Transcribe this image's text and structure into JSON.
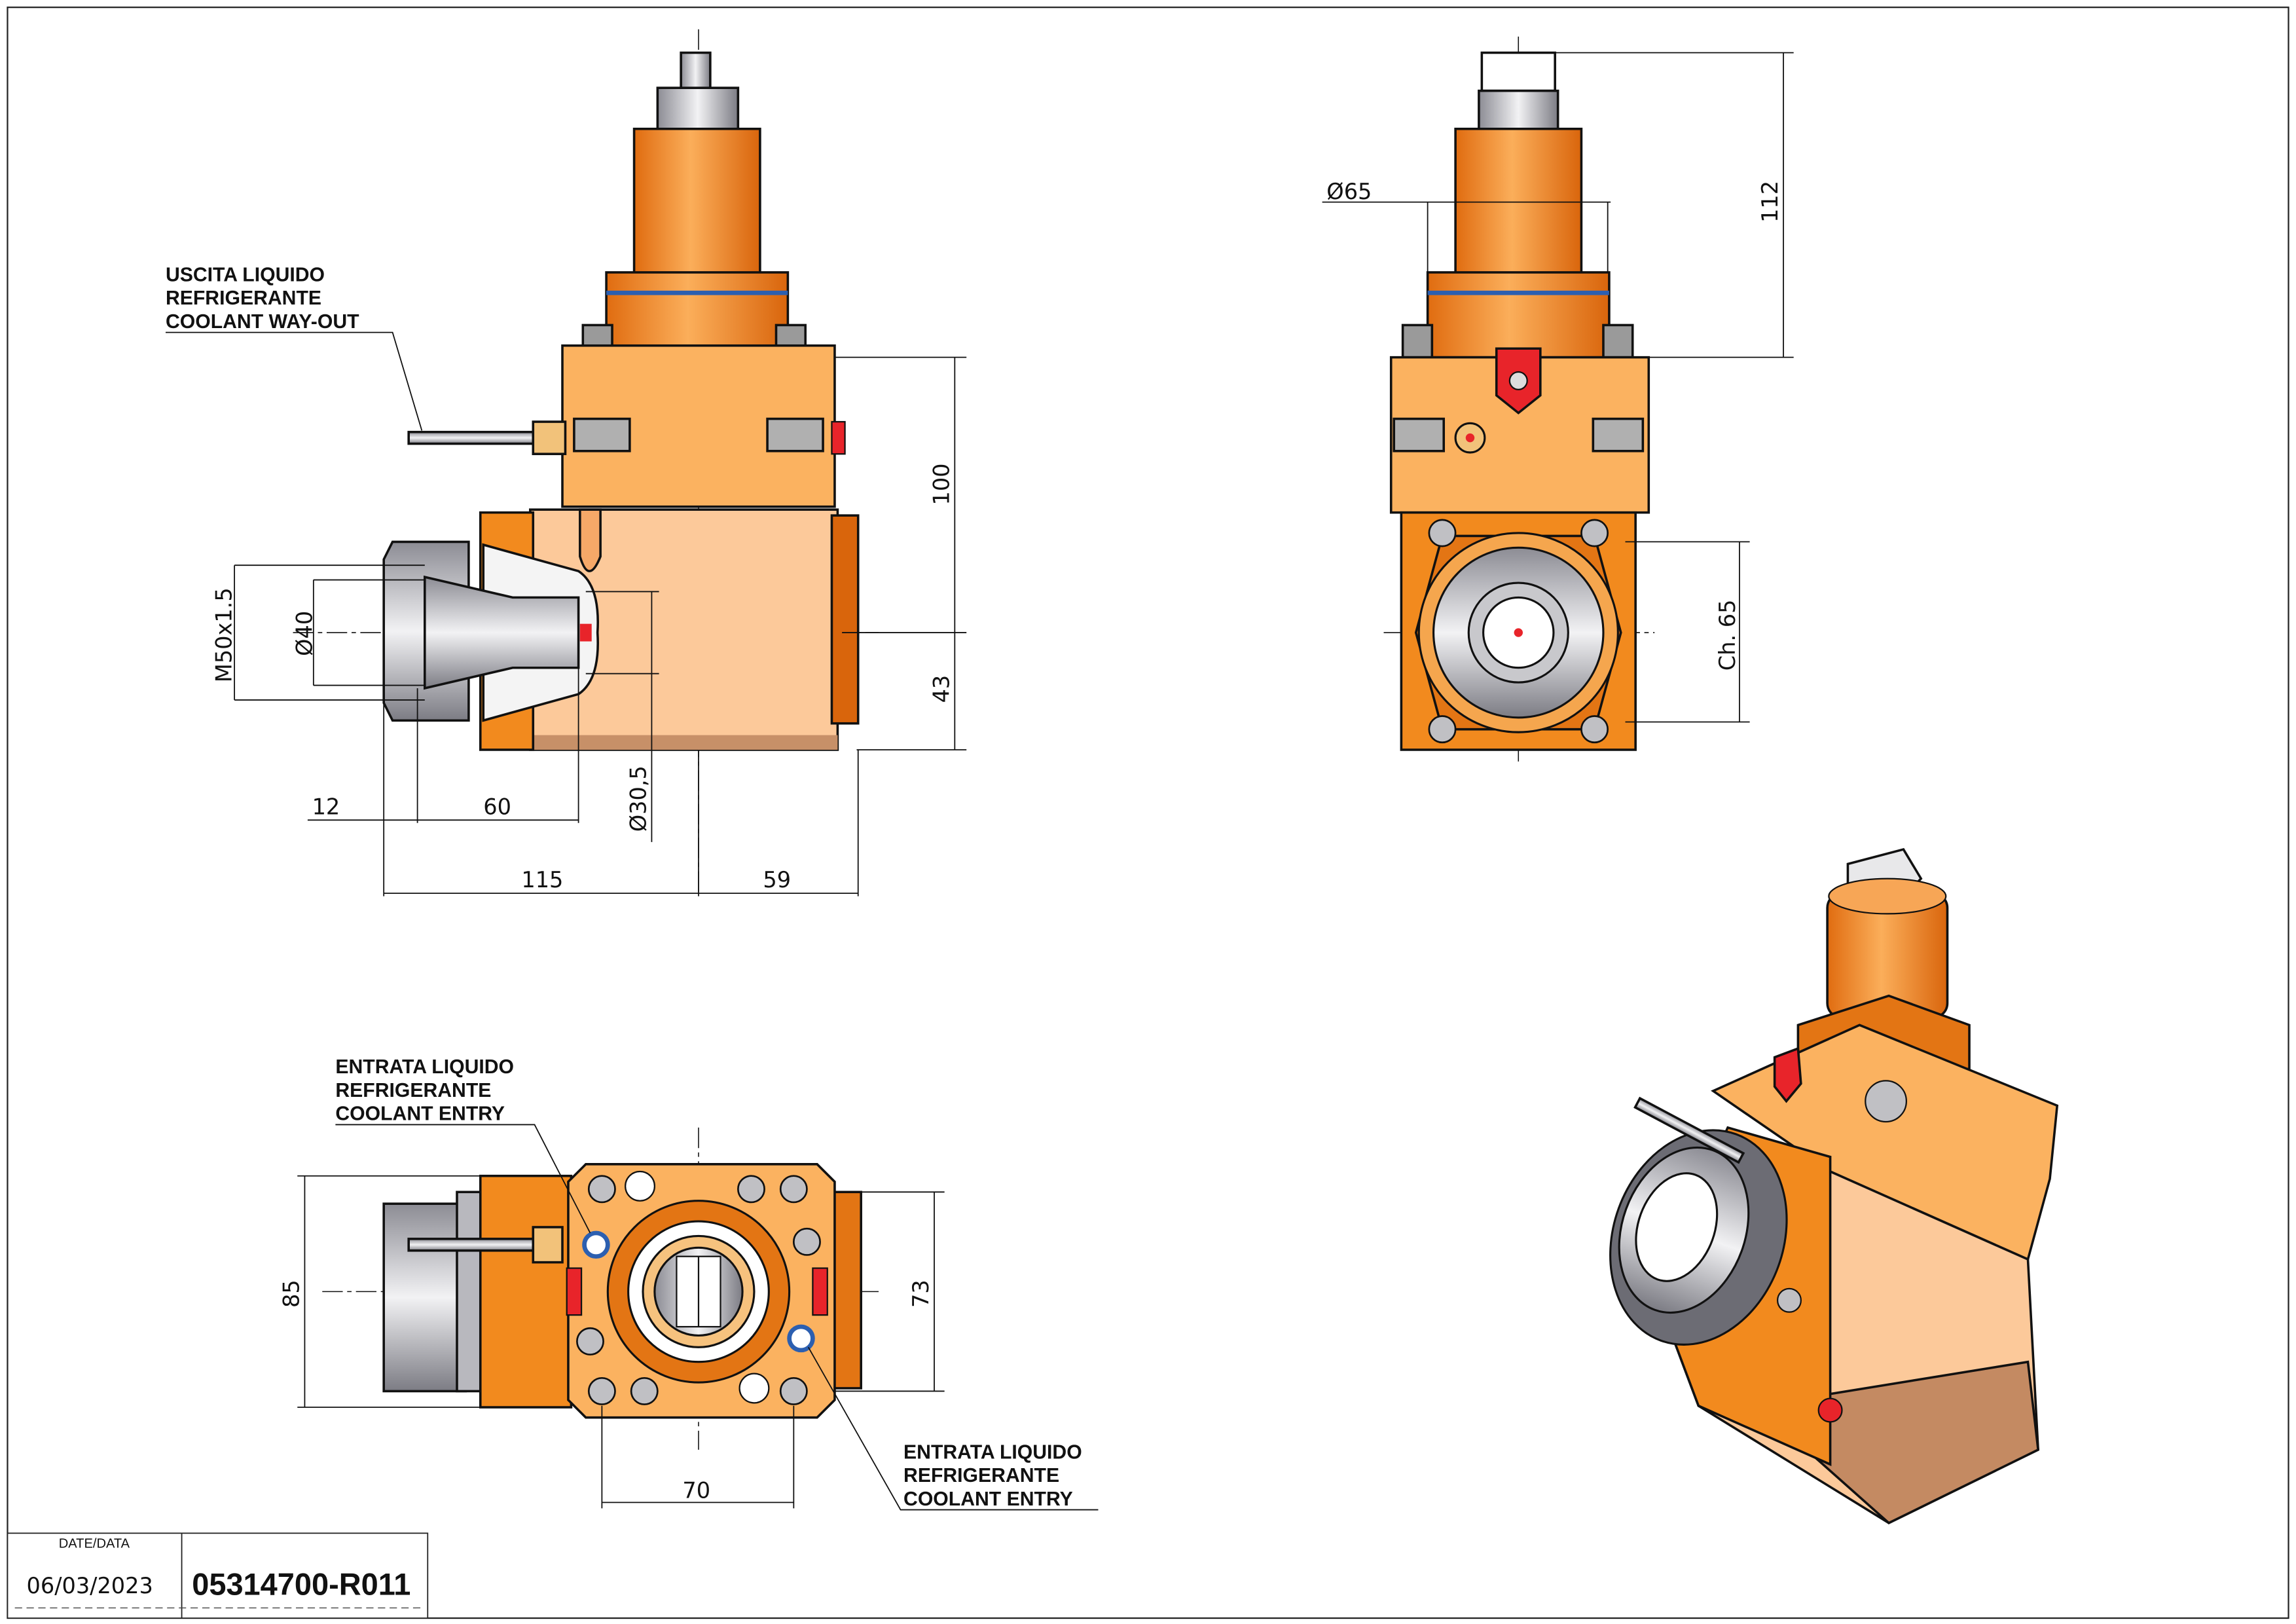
{
  "labels": {
    "coolant_out": [
      "USCITA LIQUIDO",
      "REFRIGERANTE",
      "COOLANT WAY-OUT"
    ],
    "coolant_entry_top": [
      "ENTRATA LIQUIDO",
      "REFRIGERANTE",
      "COOLANT ENTRY"
    ],
    "coolant_entry_bottom": [
      "ENTRATA LIQUIDO",
      "REFRIGERANTE",
      "COOLANT ENTRY"
    ]
  },
  "dimensions": {
    "front_height_upper": "100",
    "front_height_lower": "43",
    "thread": "M50x1.5",
    "dia_40": "Ø40",
    "dia_30_5": "Ø30,5",
    "len_12": "12",
    "len_60": "60",
    "len_115": "115",
    "len_59": "59",
    "dia_65": "Ø65",
    "height_112": "112",
    "hex_65": "Ch. 65",
    "width_85": "85",
    "width_73": "73",
    "width_70": "70"
  },
  "title_block": {
    "date_label": "DATE/DATA",
    "date": "06/03/2023",
    "code": "05314700-R011"
  },
  "colors": {
    "orange": "#f28a1e",
    "light_orange": "#fbb260",
    "peach": "#fcc99a",
    "steel": "#b8b8be",
    "red": "#e8242a",
    "blue": "#2c5fb0"
  }
}
